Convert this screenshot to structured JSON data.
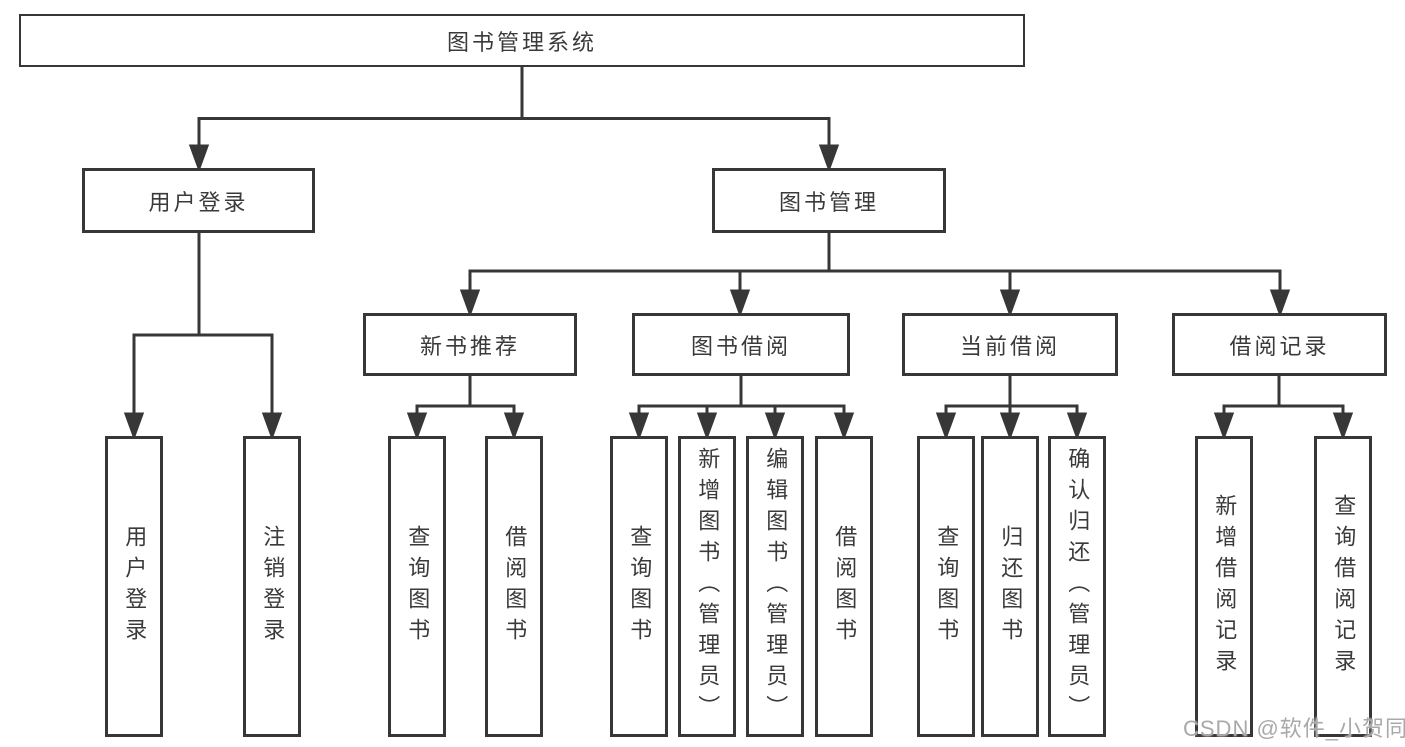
{
  "tree": {
    "root": {
      "label": "图书管理系统"
    },
    "branches": [
      {
        "label": "用户登录",
        "children": [
          {
            "label": "用户登录"
          },
          {
            "label": "注销登录"
          }
        ]
      },
      {
        "label": "图书管理",
        "children": [
          {
            "label": "新书推荐",
            "children": [
              {
                "label": "查询图书"
              },
              {
                "label": "借阅图书"
              }
            ]
          },
          {
            "label": "图书借阅",
            "children": [
              {
                "label": "查询图书"
              },
              {
                "label": "新增图书（管理员）"
              },
              {
                "label": "编辑图书（管理员）"
              },
              {
                "label": "借阅图书"
              }
            ]
          },
          {
            "label": "当前借阅",
            "children": [
              {
                "label": "查询图书"
              },
              {
                "label": "归还图书"
              },
              {
                "label": "确认归还（管理员）"
              }
            ]
          },
          {
            "label": "借阅记录",
            "children": [
              {
                "label": "新增借阅记录"
              },
              {
                "label": "查询借阅记录"
              }
            ]
          }
        ]
      }
    ]
  },
  "watermark": {
    "text": "CSDN @软件_小贺同学"
  },
  "colors": {
    "line": "#373737",
    "border": "#373737",
    "text": "#3a3a3a",
    "background": "#ffffff",
    "watermark": "#a9a9a9"
  }
}
